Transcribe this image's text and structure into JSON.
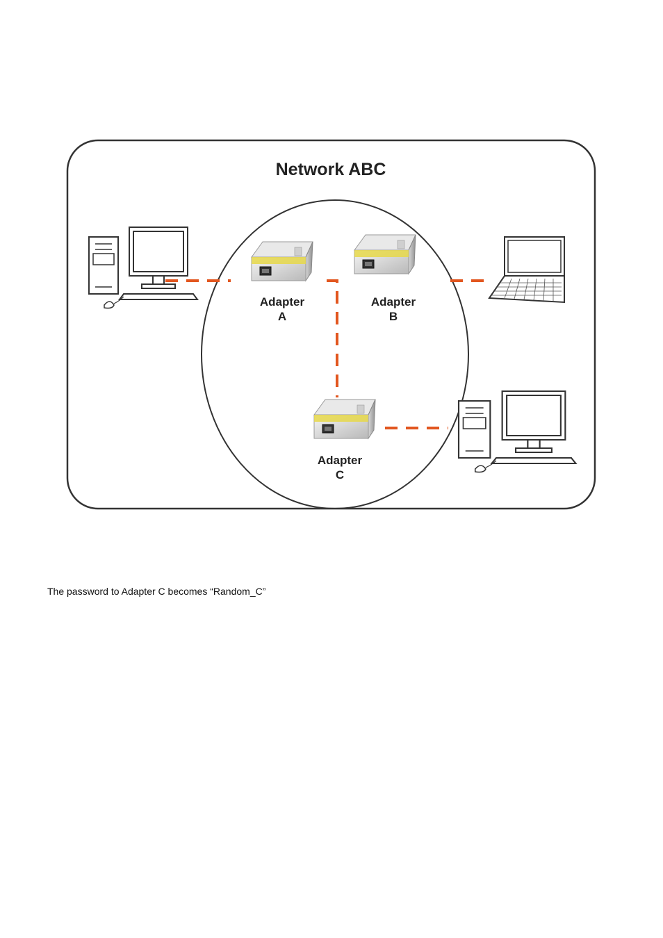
{
  "diagram": {
    "title": "Network ABC",
    "adapters": [
      {
        "id": "A",
        "label_top": "Adapter",
        "label_bottom": "A"
      },
      {
        "id": "B",
        "label_top": "Adapter",
        "label_bottom": "B"
      },
      {
        "id": "C",
        "label_top": "Adapter",
        "label_bottom": "C"
      }
    ],
    "devices": [
      {
        "name": "desktop-computer",
        "connected_to": "A"
      },
      {
        "name": "laptop-computer",
        "connected_to": "B"
      },
      {
        "name": "desktop-computer",
        "connected_to": "C"
      }
    ],
    "colors": {
      "link": "#e2561f",
      "outline": "#333333",
      "adapter_stripe": "#e6d84a"
    }
  },
  "caption": "The password to Adapter C becomes “Random_C”"
}
